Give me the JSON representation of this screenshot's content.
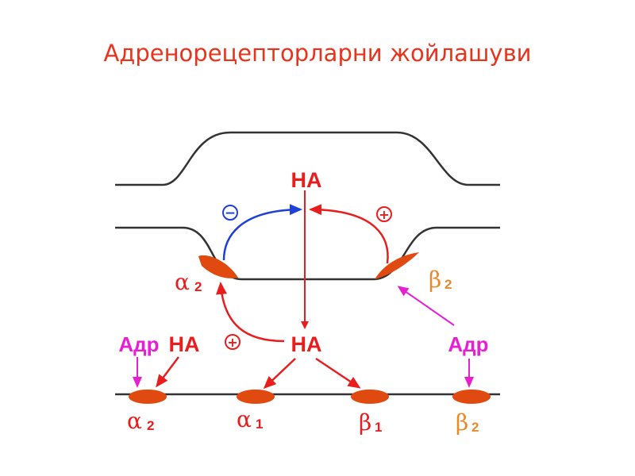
{
  "title": "Адренорецепторларни жойлашуви",
  "labels": {
    "na_top": "НА",
    "na_mid": "НА",
    "na_bottom_left": "НА",
    "adr_left": "Адр",
    "adr_right": "Адр",
    "alpha2_top": "α",
    "alpha2_top_sub": "2",
    "beta2_top": "β",
    "beta2_top_sub": "2",
    "alpha2_bottom": "α",
    "alpha2_bottom_sub": "2",
    "alpha1": "α",
    "alpha1_sub": "1",
    "beta1": "β",
    "beta1_sub": "1",
    "beta2_bottom": "β",
    "beta2_bottom_sub": "2",
    "sign_minus": "−",
    "sign_plus_top": "+",
    "sign_plus_left": "+"
  },
  "colors": {
    "title": "#e8341c",
    "na_red": "#e81e1e",
    "adr_magenta": "#e620d2",
    "inhibit_blue": "#1e3fd8",
    "receptor_orange": "#e04a10",
    "beta_orange": "#e88a2a",
    "membrane": "#333333"
  }
}
